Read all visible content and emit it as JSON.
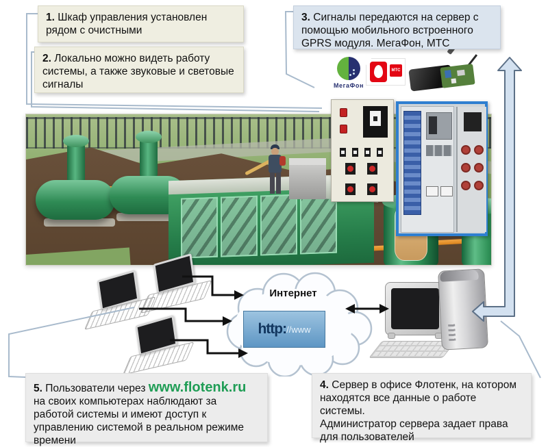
{
  "boxes": {
    "b1": {
      "num": "1.",
      "text": "Шкаф управления установлен рядом с очистными"
    },
    "b2": {
      "num": "2.",
      "text": "Локально можно видеть работу системы, а также звуковые и световые сигналы"
    },
    "b3": {
      "num": "3.",
      "text": "Сигналы передаются на сервер с помощью мобильного встроенного GPRS модуля. МегаФон, МТС"
    },
    "b4": {
      "num": "4.",
      "p1": "Сервер в офисе Флотенк, на котором находятся все данные о работе системы.",
      "p2": "Администратор сервера задает права для пользователей"
    },
    "b5": {
      "num": "5.",
      "before": "Пользователи через ",
      "link": "www.flotenk.ru",
      "after": "на своих компьютерах  наблюдают за работой системы и имеют доступ к управлению системой в реальном режиме времени"
    }
  },
  "logos": {
    "megafon": "МегаФон",
    "mts": "МТС"
  },
  "cloud": {
    "label": "Интернет",
    "http_bold": "http:",
    "http_rest": "//www"
  },
  "colors": {
    "flotenk_green": "#1f9d55",
    "note_cream": "#efeee1",
    "note_blue": "#dbe4ee",
    "note_gray": "#ececec",
    "arrow_fill": "#d3e1f0",
    "mts_red": "#e30613",
    "megafon_green": "#63b23e",
    "megafon_blue": "#273070"
  }
}
